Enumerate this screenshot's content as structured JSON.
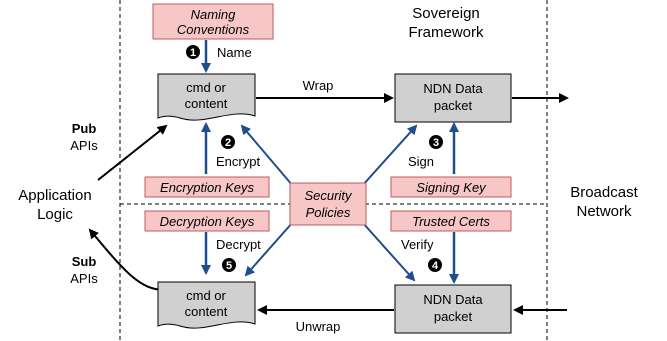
{
  "labels": {
    "naming_conventions_1": "Naming",
    "naming_conventions_2": "Conventions",
    "sovereign_1": "Sovereign",
    "sovereign_2": "Framework",
    "name": "Name",
    "step1": "1",
    "wrap": "Wrap",
    "cmd_top_1": "cmd or",
    "cmd_top_2": "content",
    "ndn_top_1": "NDN Data",
    "ndn_top_2": "packet",
    "pub": "Pub",
    "pub_apis": "APIs",
    "step2": "2",
    "encrypt": "Encrypt",
    "step3": "3",
    "sign": "Sign",
    "app_1": "Application",
    "app_2": "Logic",
    "encryption_keys": "Encryption Keys",
    "security_1": "Security",
    "security_2": "Policies",
    "signing_key": "Signing Key",
    "broadcast_1": "Broadcast",
    "broadcast_2": "Network",
    "decryption_keys": "Decryption Keys",
    "trusted_certs": "Trusted Certs",
    "decrypt": "Decrypt",
    "verify": "Verify",
    "sub": "Sub",
    "sub_apis": "APIs",
    "step5": "5",
    "step4": "4",
    "cmd_bot_1": "cmd or",
    "cmd_bot_2": "content",
    "ndn_bot_1": "NDN Data",
    "ndn_bot_2": "packet",
    "unwrap": "Unwrap"
  },
  "colors": {
    "pink_fill": "#f7c6c7",
    "pink_stroke": "#c05a5a",
    "gray_fill": "#d0d0d0",
    "blue_arrow": "#1f4e8c",
    "black": "#000000"
  }
}
